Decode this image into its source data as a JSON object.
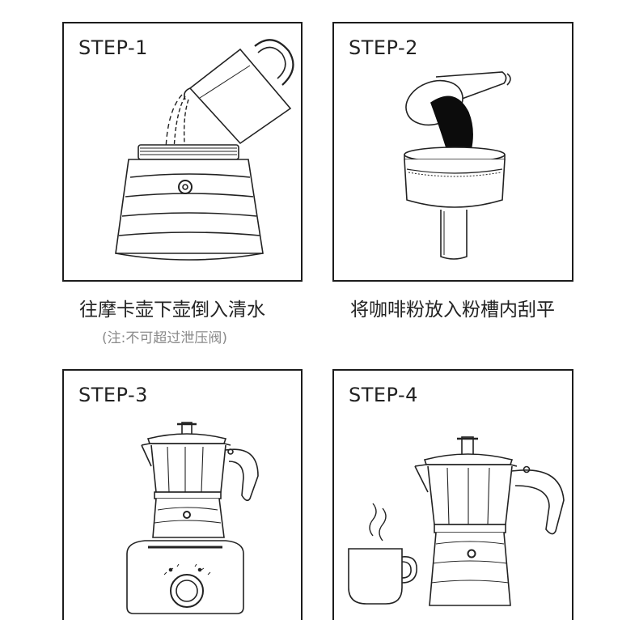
{
  "steps": [
    {
      "label": "STEP-1",
      "caption": "往摩卡壶下壶倒入清水",
      "note": "(注:不可超过泄压阀)"
    },
    {
      "label": "STEP-2",
      "caption": "将咖啡粉放入粉槽内刮平"
    },
    {
      "label": "STEP-3"
    },
    {
      "label": "STEP-4"
    }
  ]
}
